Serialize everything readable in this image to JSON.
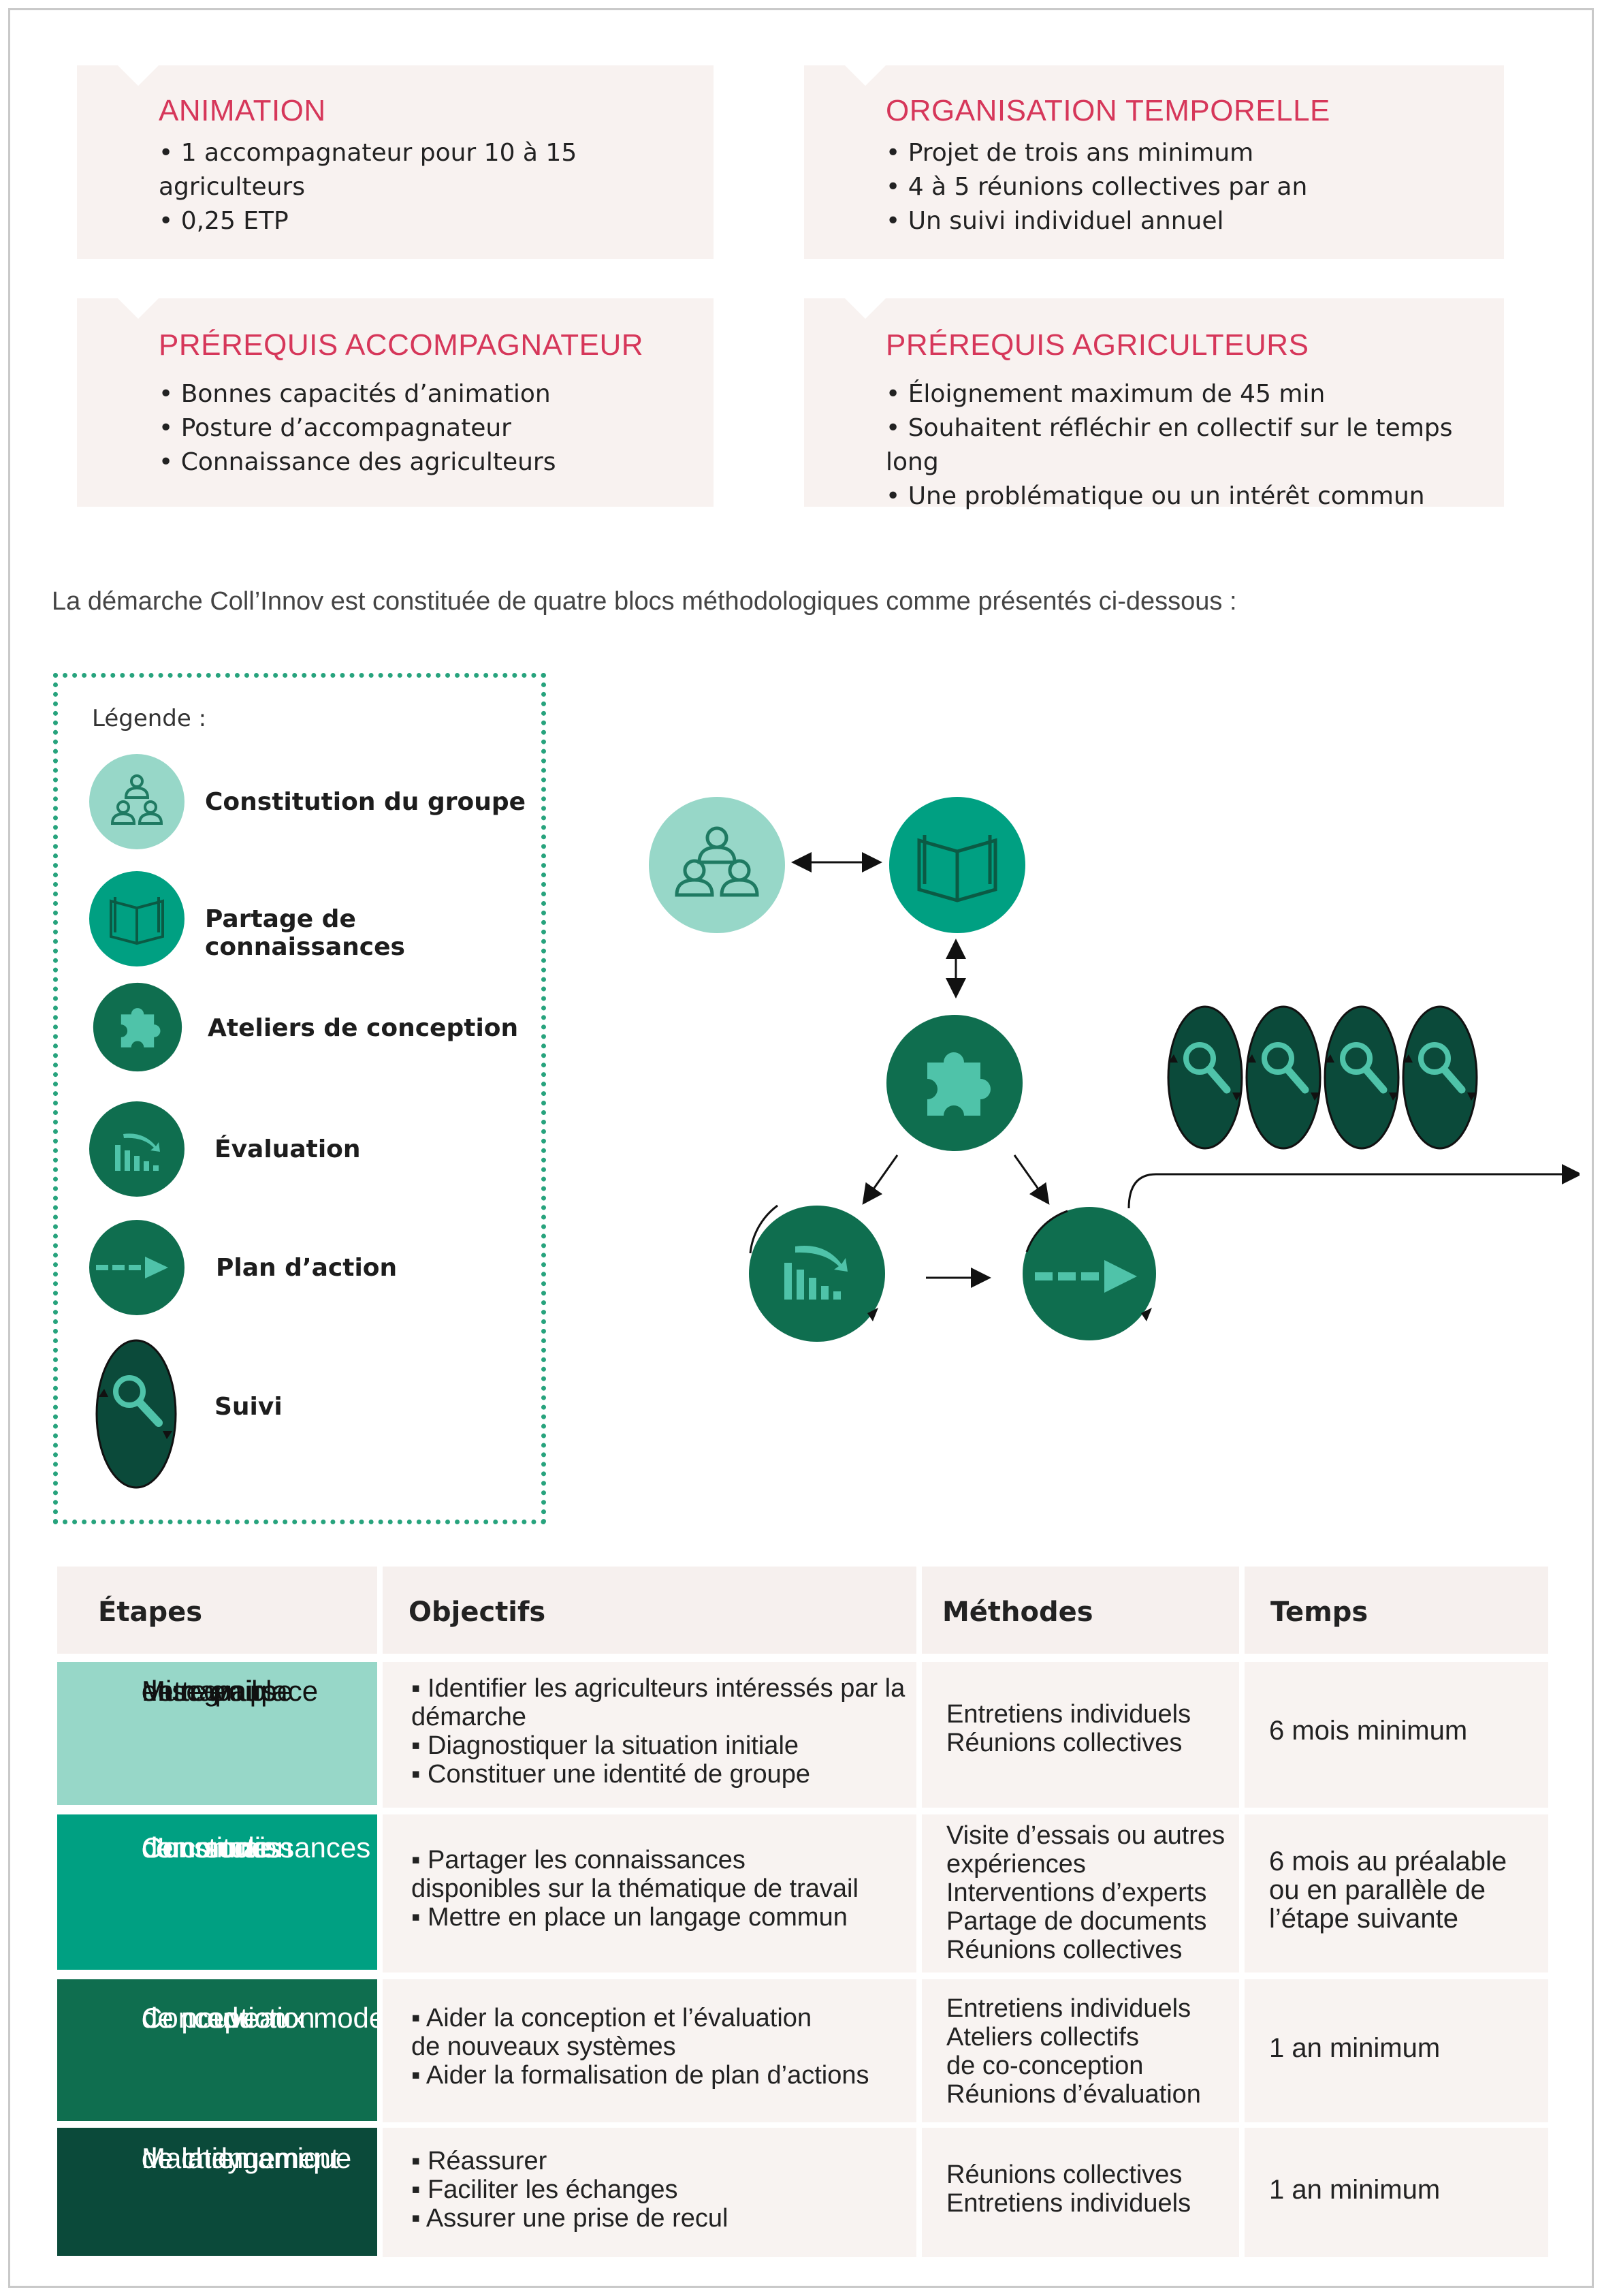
{
  "cards": [
    {
      "title": "ANIMATION",
      "items": [
        "1 accompagnateur pour 10 à 15 agriculteurs",
        "0,25 ETP"
      ]
    },
    {
      "title": "ORGANISATION TEMPORELLE",
      "items": [
        "Projet de trois ans minimum",
        "4 à 5 réunions collectives par an",
        "Un suivi individuel annuel"
      ]
    },
    {
      "title": "PRÉREQUIS ACCOMPAGNATEUR",
      "items": [
        "Bonnes capacités d’animation",
        "Posture d’accompagnateur",
        "Connaissance des agriculteurs"
      ]
    },
    {
      "title": "PRÉREQUIS AGRICULTEURS",
      "items": [
        "Éloignement maximum de 45 min",
        "Souhaitent réfléchir en collectif sur le temps long",
        "Une problématique ou un intérêt commun"
      ]
    }
  ],
  "intro": "La démarche Coll’Innov est constituée de quatre blocs méthodologiques comme présentés ci-dessous :",
  "legend": {
    "title": "Légende :",
    "items": [
      {
        "label": "Constitution du groupe",
        "icon": "group-icon"
      },
      {
        "label": "Partage de connaissances",
        "icon": "book-icon"
      },
      {
        "label": "Ateliers de conception",
        "icon": "puzzle-icon"
      },
      {
        "label": "Évaluation",
        "icon": "chart-icon"
      },
      {
        "label": "Plan d’action",
        "icon": "arrow-icon"
      },
      {
        "label": "Suivi",
        "icon": "magnifier-icon"
      }
    ]
  },
  "colors": {
    "light_mint": "#97d7c8",
    "teal": "#00a082",
    "green": "#0f6e4f",
    "dark_green": "#0b4a3a",
    "accent_red": "#d6375a",
    "card_bg": "#f8f2f0"
  },
  "table": {
    "headers": [
      "Étapes",
      "Objectifs",
      "Méthodes",
      "Temps"
    ],
    "rows": [
      {
        "etape": [
          "Mise en place",
          "d’un groupe",
          "de travail",
          "entre pairs"
        ],
        "objectifs": [
          "▪ Identifier les agriculteurs intéressés par la",
          "démarche",
          "▪ Diagnostiquer la situation initiale",
          "▪ Constituer une identité de groupe"
        ],
        "methodes": [
          "Entretiens individuels",
          "Réunions collectives"
        ],
        "temps": [
          "6 mois minimum"
        ]
      },
      {
        "etape": [
          "Constitution",
          "d’un socle",
          "de connaissances",
          "communes"
        ],
        "objectifs": [
          "▪ Partager les connaissances",
          "disponibles sur la thématique de travail",
          "▪ Mettre en place un langage commun"
        ],
        "methodes": [
          "Visite d’essais ou autres",
          "expériences",
          "Interventions d’experts",
          "Partage de documents",
          "Réunions collectives"
        ],
        "temps": [
          "6 mois au préalable",
          "ou en parallèle de",
          "l’étape suivante"
        ]
      },
      {
        "etape": [
          "Conception",
          "de nouveaux modes",
          "de production"
        ],
        "objectifs": [
          "▪ Aider la conception et l’évaluation",
          "de nouveaux systèmes",
          "▪ Aider la formalisation de plan d’actions"
        ],
        "methodes": [
          "Entretiens individuels",
          "Ateliers collectifs",
          "de co-conception",
          "Réunions d’évaluation"
        ],
        "temps": [
          "1 an minimum"
        ]
      },
      {
        "etape": [
          "Maintien",
          "de la dynamique",
          "de changement"
        ],
        "objectifs": [
          "▪ Réassurer",
          "▪ Faciliter les échanges",
          "▪ Assurer une prise de recul"
        ],
        "methodes": [
          "Réunions collectives",
          "Entretiens individuels"
        ],
        "temps": [
          "1 an minimum"
        ]
      }
    ]
  }
}
